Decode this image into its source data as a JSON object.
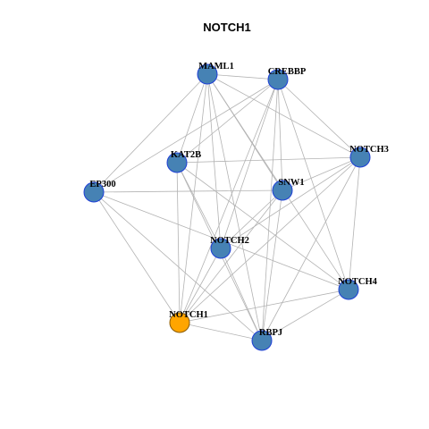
{
  "title": "NOTCH1",
  "colors": {
    "node_default": "#4682B4",
    "node_highlight": "#FFA500",
    "node_border": "#1E3FD6",
    "edge": "#B3B3B3"
  },
  "nodes": [
    {
      "id": "MAML1",
      "label": "MAML1",
      "highlight": false
    },
    {
      "id": "CREBBP",
      "label": "CREBBP",
      "highlight": false
    },
    {
      "id": "NOTCH3",
      "label": "NOTCH3",
      "highlight": false
    },
    {
      "id": "KAT2B",
      "label": "KAT2B",
      "highlight": false
    },
    {
      "id": "EP300",
      "label": "EP300",
      "highlight": false
    },
    {
      "id": "SNW1",
      "label": "SNW1",
      "highlight": false
    },
    {
      "id": "NOTCH2",
      "label": "NOTCH2",
      "highlight": false
    },
    {
      "id": "NOTCH4",
      "label": "NOTCH4",
      "highlight": false
    },
    {
      "id": "NOTCH1",
      "label": "NOTCH1",
      "highlight": true
    },
    {
      "id": "RBPJ",
      "label": "RBPJ",
      "highlight": false
    }
  ],
  "edges": [
    [
      "MAML1",
      "CREBBP"
    ],
    [
      "MAML1",
      "NOTCH3"
    ],
    [
      "MAML1",
      "KAT2B"
    ],
    [
      "MAML1",
      "EP300"
    ],
    [
      "MAML1",
      "SNW1"
    ],
    [
      "MAML1",
      "NOTCH2"
    ],
    [
      "MAML1",
      "NOTCH4"
    ],
    [
      "MAML1",
      "NOTCH1"
    ],
    [
      "MAML1",
      "RBPJ"
    ],
    [
      "CREBBP",
      "NOTCH3"
    ],
    [
      "CREBBP",
      "KAT2B"
    ],
    [
      "CREBBP",
      "EP300"
    ],
    [
      "CREBBP",
      "SNW1"
    ],
    [
      "CREBBP",
      "NOTCH2"
    ],
    [
      "CREBBP",
      "NOTCH4"
    ],
    [
      "CREBBP",
      "NOTCH1"
    ],
    [
      "CREBBP",
      "RBPJ"
    ],
    [
      "NOTCH3",
      "KAT2B"
    ],
    [
      "NOTCH3",
      "SNW1"
    ],
    [
      "NOTCH3",
      "NOTCH2"
    ],
    [
      "NOTCH3",
      "NOTCH1"
    ],
    [
      "NOTCH3",
      "RBPJ"
    ],
    [
      "NOTCH3",
      "NOTCH4"
    ],
    [
      "KAT2B",
      "NOTCH2"
    ],
    [
      "KAT2B",
      "NOTCH1"
    ],
    [
      "KAT2B",
      "RBPJ"
    ],
    [
      "KAT2B",
      "NOTCH4"
    ],
    [
      "EP300",
      "SNW1"
    ],
    [
      "EP300",
      "NOTCH1"
    ],
    [
      "EP300",
      "RBPJ"
    ],
    [
      "EP300",
      "NOTCH4"
    ],
    [
      "SNW1",
      "NOTCH1"
    ],
    [
      "SNW1",
      "RBPJ"
    ],
    [
      "SNW1",
      "NOTCH2"
    ],
    [
      "NOTCH2",
      "RBPJ"
    ],
    [
      "NOTCH2",
      "NOTCH1"
    ],
    [
      "NOTCH4",
      "NOTCH1"
    ],
    [
      "NOTCH4",
      "RBPJ"
    ],
    [
      "NOTCH1",
      "RBPJ"
    ]
  ]
}
